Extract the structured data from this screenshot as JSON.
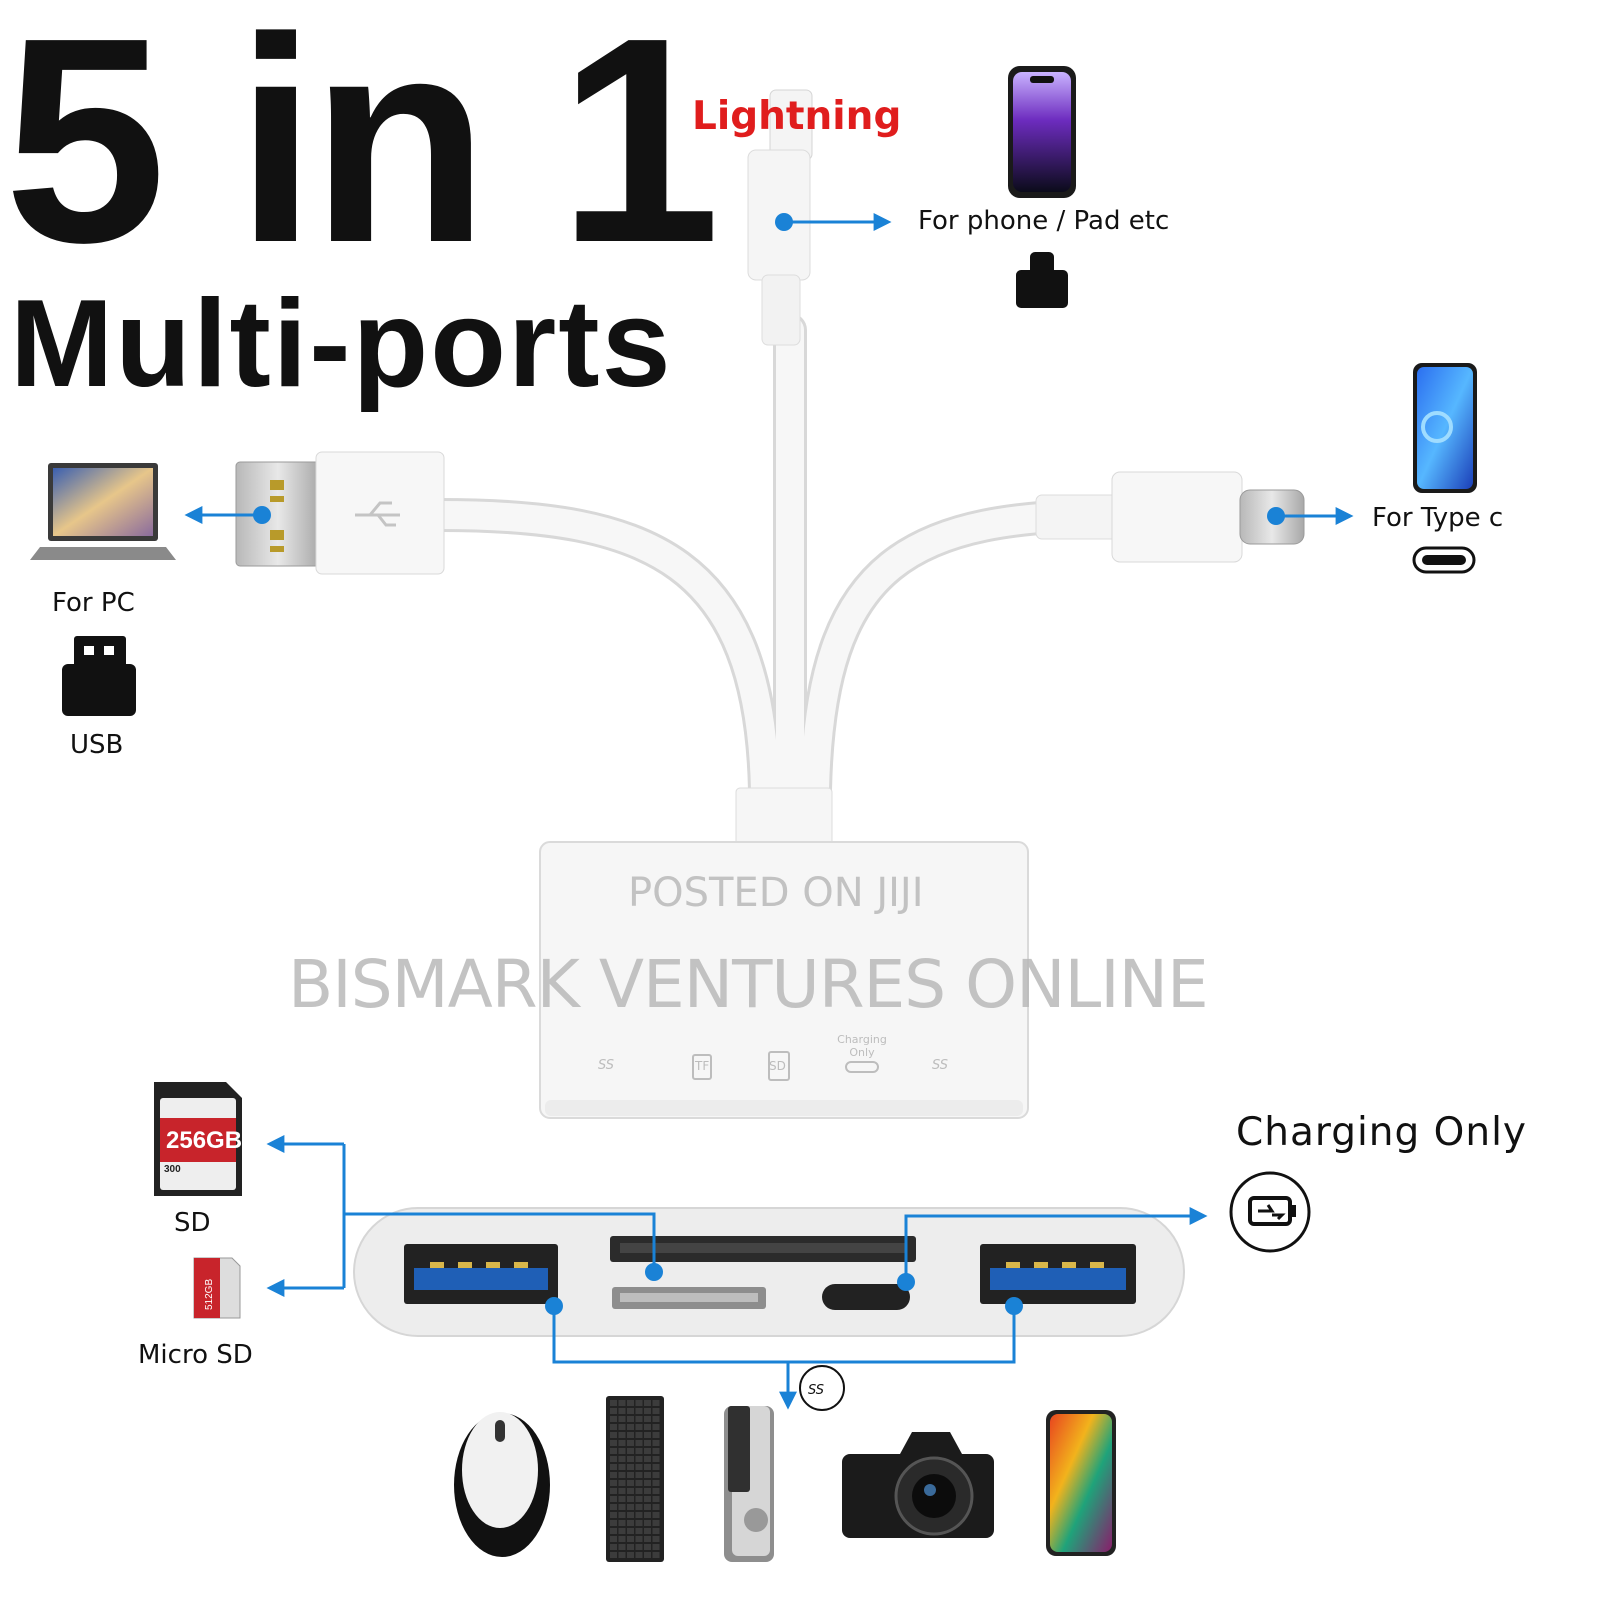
{
  "headline": {
    "line1": "5 in 1",
    "line2": "Multi-ports"
  },
  "cable_heads": {
    "lightning": {
      "title": "Lightning",
      "caption": "For phone / Pad etc"
    },
    "usb": {
      "caption": "For PC",
      "port_label": "USB"
    },
    "type_c": {
      "caption": "For Type c"
    }
  },
  "hub": {
    "ports": [
      "SS",
      "TF",
      "SD",
      "Charging Only",
      "SS"
    ],
    "charging_title": "Charging Only"
  },
  "cards": {
    "sd_label": "SD",
    "micro_sd_label": "Micro SD",
    "sd_capacity": "256GB",
    "sd_speed": "300",
    "micro_capacity": "512GB"
  },
  "watermark": {
    "line1": "POSTED ON JIJI",
    "line2": "BISMARK VENTURES ONLINE"
  },
  "colors": {
    "accent_blue": "#1a82d6",
    "lightning_red": "#e01d1d",
    "headline": "#111111"
  },
  "icons": [
    "laptop-icon",
    "usb-port-icon",
    "phone-icon",
    "lightning-port-icon",
    "type-c-port-icon",
    "battery-charge-icon",
    "usb-ss-icon",
    "mouse-icon",
    "keyboard-icon",
    "flash-drive-icon",
    "camera-icon",
    "smartphone-icon"
  ]
}
